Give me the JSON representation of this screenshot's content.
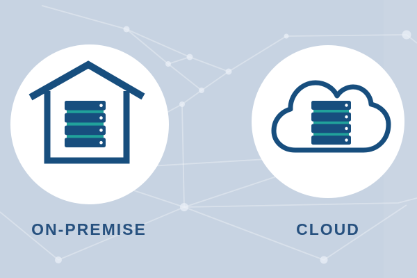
{
  "panels": [
    {
      "label": "ON-PREMISE",
      "icon": "house-server-icon"
    },
    {
      "label": "CLOUD",
      "icon": "cloud-server-icon"
    }
  ],
  "icons": [
    "house-icon",
    "cloud-icon",
    "server-icon",
    "network-pattern"
  ],
  "colors": {
    "background": "#c7d3e2",
    "navy": "#174e7e",
    "teal": "#21a29b",
    "circle": "#ffffff",
    "label_text": "#27517f",
    "network_line": "rgba(255,255,255,0.33)",
    "network_node": "#e9eff7"
  }
}
